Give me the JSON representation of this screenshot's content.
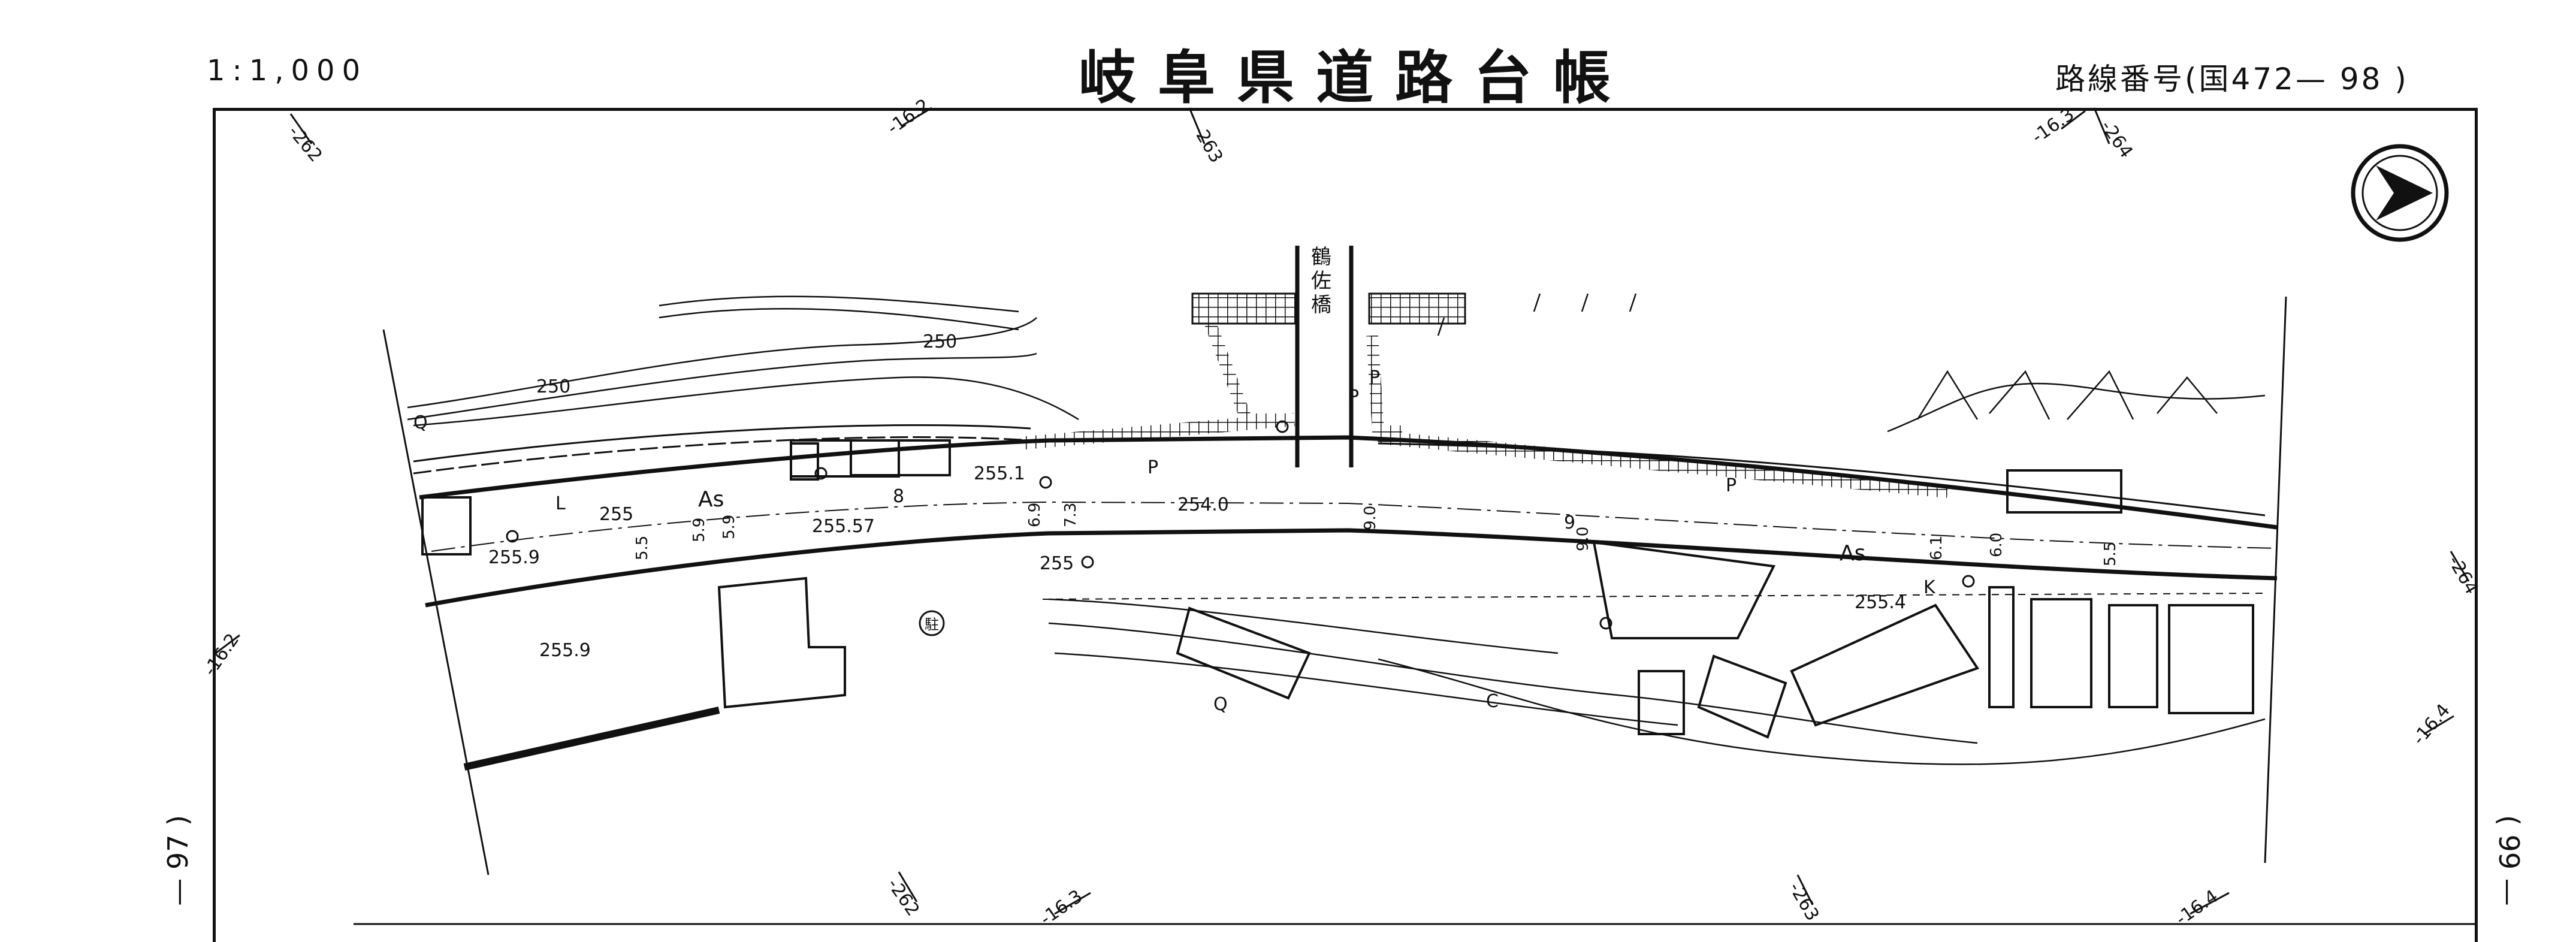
{
  "header": {
    "scale": "1:1,000",
    "title": "岐阜県道路台帳",
    "route_number": "路線番号(国472— 98 )"
  },
  "margins": {
    "left_sheet": "— 97 )",
    "right_sheet": "( 99 —"
  },
  "map": {
    "bridge_name": "鶴佐橋",
    "north_arrow_icon": "north-arrow-icon",
    "chainage_top": [
      "-262",
      "-16.2",
      "-263",
      "-16.3",
      "-264"
    ],
    "chainage_bottom": [
      "-262",
      "-16.3",
      "-263",
      "-16.4"
    ],
    "chainage_side_left": "-16.2",
    "chainage_side_right": [
      "-264",
      "-16.4"
    ],
    "contours": [
      "250",
      "250",
      "255"
    ],
    "road_surface": [
      "As",
      "As"
    ],
    "symbols": [
      "Q",
      "L",
      "P",
      "P",
      "P",
      "P",
      "K",
      "8",
      "9",
      "Q",
      "C"
    ],
    "parking_mark": "駐",
    "elevations": [
      "255.1",
      "255.57",
      "254.0",
      "255.9",
      "255.9",
      "255.4",
      "255"
    ],
    "widths": [
      "5.5",
      "5.9",
      "5.9",
      "6.9",
      "7.3",
      "9.0",
      "9.0",
      "6.1",
      "6.0",
      "5.5"
    ]
  },
  "colors": {
    "ink": "#111111",
    "paper": "#ffffff"
  }
}
